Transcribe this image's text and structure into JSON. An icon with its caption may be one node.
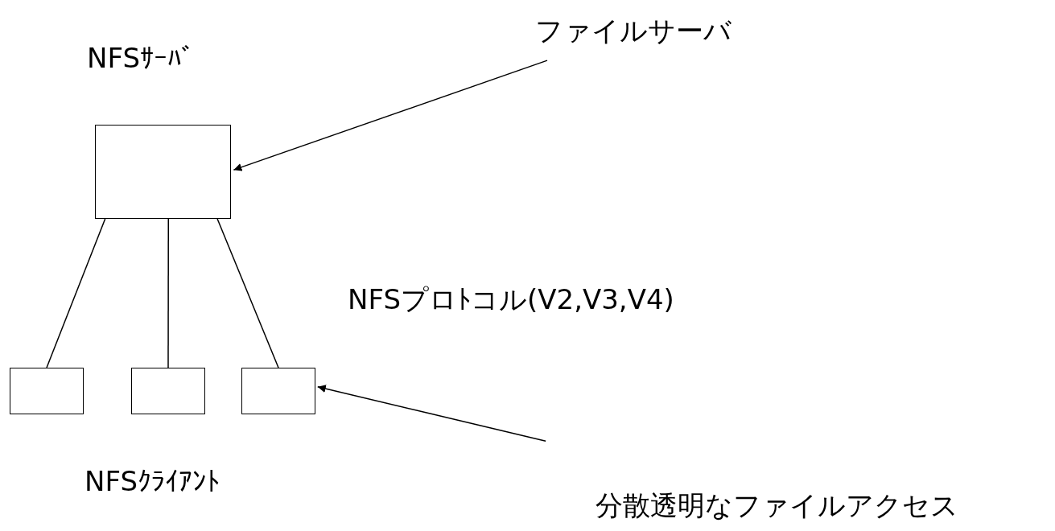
{
  "diagram": {
    "nodes": [
      {
        "text": [
          "ファイルサーバ"
        ]
      },
      {
        "text": [
          "NFSｻｰﾊﾞ"
        ]
      },
      {
        "text": [],
        "shape": "box"
      },
      {
        "text": [],
        "shape": "box"
      },
      {
        "text": [],
        "shape": "box"
      },
      {
        "text": [
          "分散透明なファイルアクセス"
        ]
      }
    ],
    "edges": [
      {
        "from": 0,
        "to": 1,
        "arrow": "to"
      },
      {
        "from": 1,
        "to": 2,
        "arrow": "none"
      },
      {
        "from": 1,
        "to": 3,
        "arrow": "none"
      },
      {
        "from": 1,
        "to": 4,
        "arrow": "none"
      },
      {
        "from": 5,
        "to": 4,
        "arrow": "to"
      }
    ],
    "labels": [
      "NFSプロﾄコル(V2,V3,V4)",
      "NFSｸﾗｲｱﾝﾄ"
    ]
  }
}
